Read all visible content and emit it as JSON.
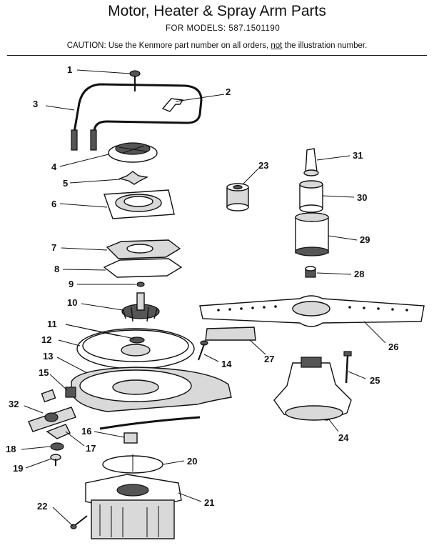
{
  "header": {
    "title": "Motor, Heater & Spray Arm Parts",
    "models_line": "FOR MODELS:  587.1501190",
    "caution_before": "CAUTION:  Use the Kenmore part number on all orders, ",
    "caution_underlined": "not",
    "caution_after": " the illustration number."
  },
  "callouts": [
    "1",
    "2",
    "3",
    "4",
    "5",
    "6",
    "7",
    "8",
    "9",
    "10",
    "11",
    "12",
    "13",
    "14",
    "15",
    "16",
    "17",
    "18",
    "19",
    "20",
    "21",
    "22",
    "23",
    "24",
    "25",
    "26",
    "27",
    "28",
    "29",
    "30",
    "31",
    "32"
  ]
}
